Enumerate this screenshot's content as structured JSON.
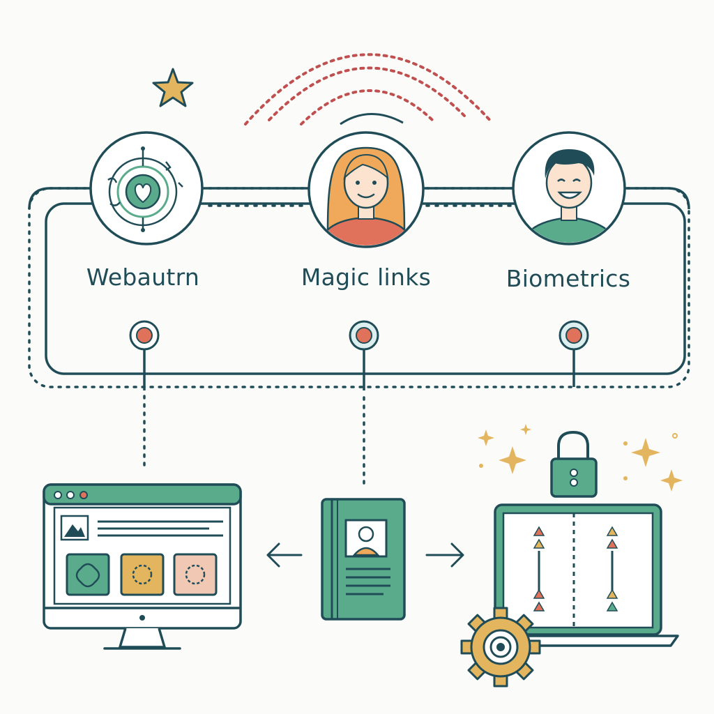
{
  "methods": [
    {
      "label": "Webautrn",
      "icon": "fingerprint-heart-icon"
    },
    {
      "label": "Magic links",
      "icon": "woman-avatar-icon"
    },
    {
      "label": "Biometrics",
      "icon": "man-avatar-icon"
    }
  ],
  "colors": {
    "stroke": "#1f4c57",
    "teal": "#5aab8c",
    "coral": "#e0725c",
    "gold": "#e3b55f",
    "signal": "#c0504f",
    "paper": "#fbfbf9"
  },
  "devices": {
    "left": "desktop-monitor-icon",
    "center": "id-booklet-icon",
    "right": "secure-laptop-icon"
  }
}
